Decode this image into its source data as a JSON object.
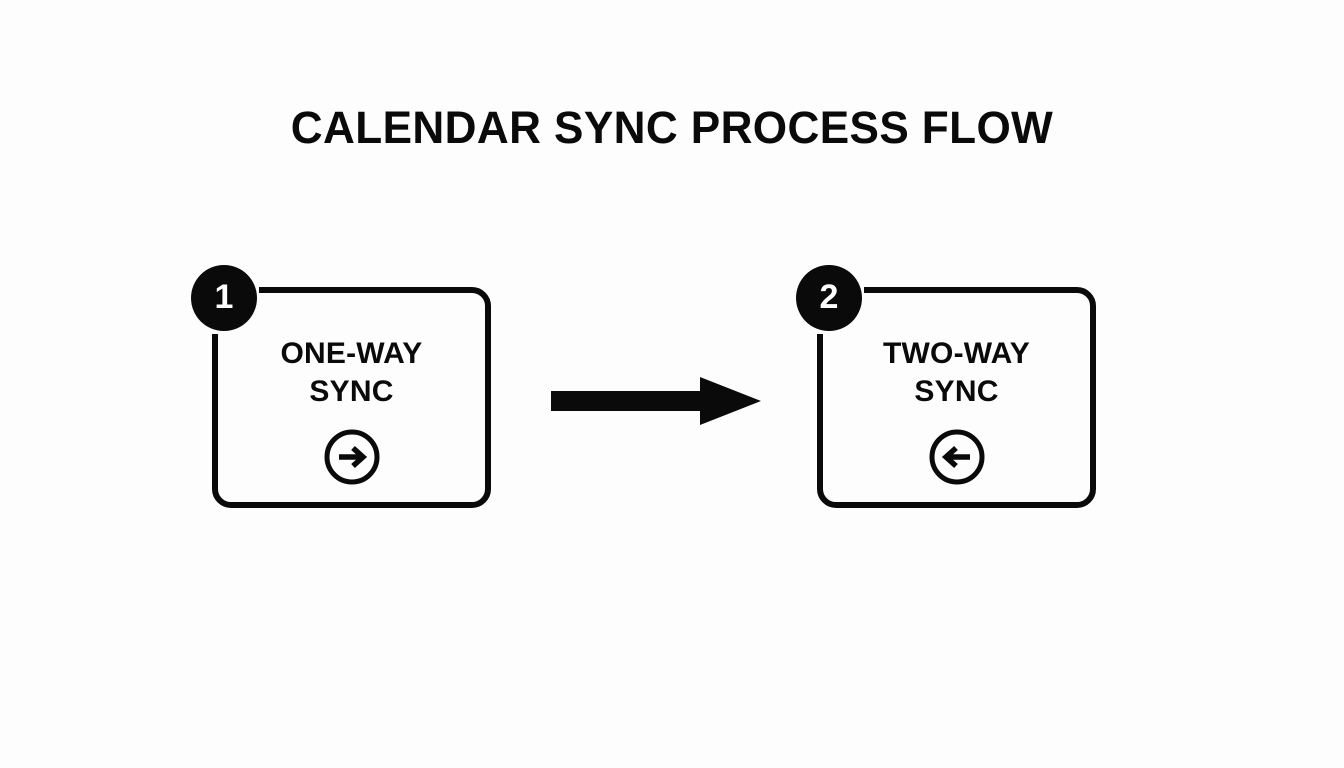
{
  "diagram": {
    "title": "CALENDAR SYNC PROCESS FLOW",
    "background_color": "#fdfdfd",
    "ink_color": "#0a0a0a",
    "badge_text_color": "#ffffff",
    "steps": [
      {
        "number": "1",
        "label": "ONE-WAY\nSYNC",
        "label_line_1": "ONE-WAY",
        "label_line_2": "SYNC",
        "icon": "circle-arrow-right-icon",
        "icon_direction": "right"
      },
      {
        "number": "2",
        "label": "TWO-WAY\nSYNC",
        "label_line_1": "TWO-WAY",
        "label_line_2": "SYNC",
        "icon": "circle-arrow-left-icon",
        "icon_direction": "left"
      }
    ],
    "connector": {
      "icon": "arrow-right-icon",
      "direction": "right",
      "from_step": "1",
      "to_step": "2"
    }
  }
}
